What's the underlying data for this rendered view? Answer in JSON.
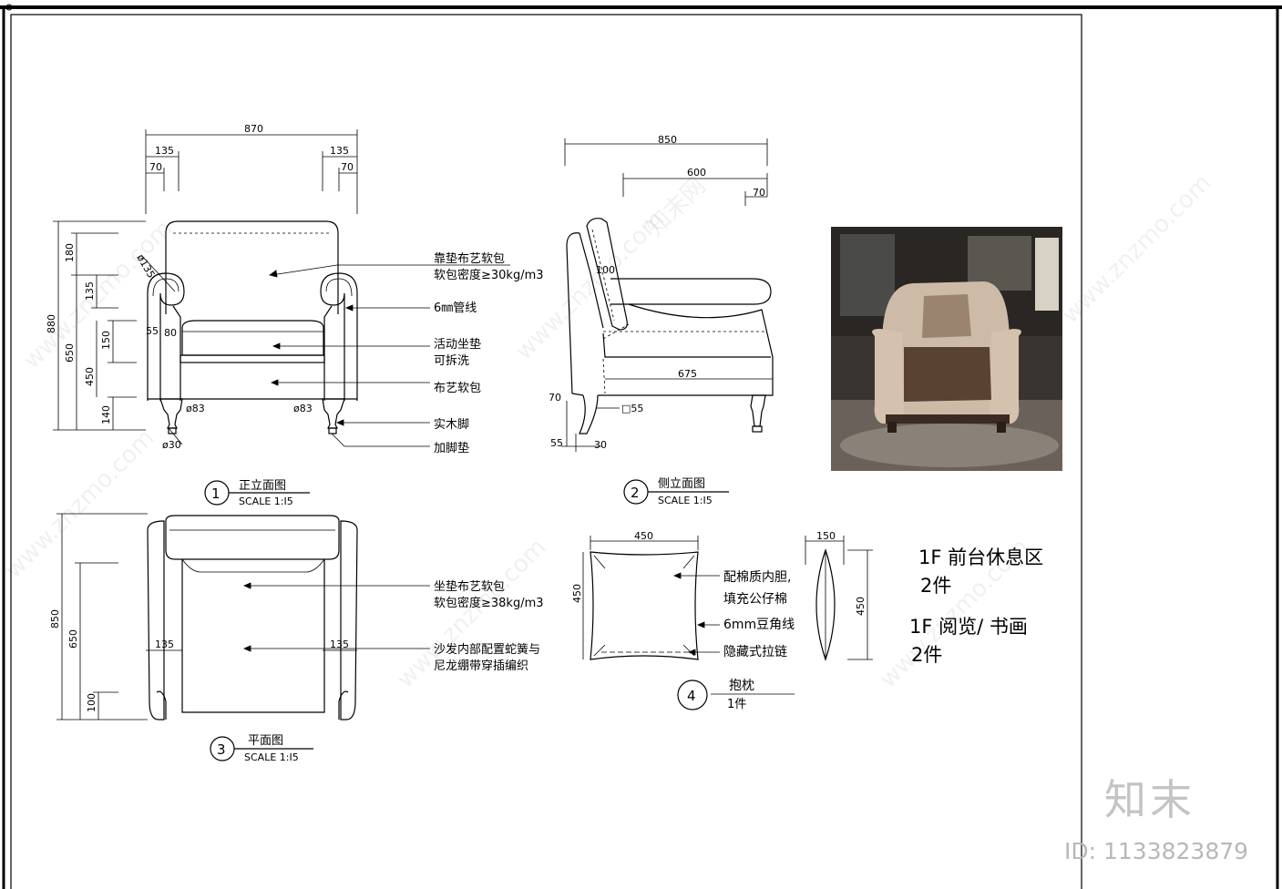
{
  "front_view": {
    "dims": {
      "overall_width": "870",
      "arm_left": "135",
      "arm_left_inner": "70",
      "arm_right": "135",
      "arm_right_inner": "70",
      "height_total": "880",
      "back": "180",
      "arm_roll": "135",
      "seat_h": "650",
      "cushion": "150",
      "seat_to_leg": "450",
      "leg": "140",
      "roll_dia": "ø135",
      "offset_a": "55",
      "offset_b": "80",
      "leg_top_left": "ø83",
      "leg_top_right": "ø83",
      "leg_foot": "ø30"
    },
    "labels": {
      "back_cushion_1": "靠垫布艺软包",
      "back_cushion_2": "软包密度≥30kg/m3",
      "piping": "6㎜管线",
      "seat_1": "活动坐垫",
      "seat_2": "可拆洗",
      "body": "布艺软包",
      "leg": "实木脚",
      "foot_pad": "加脚垫"
    },
    "title": {
      "number": "1",
      "name": "正立面图",
      "scale": "SCALE 1:I5"
    }
  },
  "side_view": {
    "dims": {
      "depth": "850",
      "seat_depth": "600",
      "arm_back": "70",
      "back_thick": "100",
      "cushion_depth": "675",
      "leg_h": "70",
      "leg_bottom": "55",
      "foot": "30",
      "leg_size": "□55"
    },
    "title": {
      "number": "2",
      "name": "侧立面图",
      "scale": "SCALE 1:I5"
    }
  },
  "plan_view": {
    "dims": {
      "depth": "850",
      "seat": "650",
      "front": "100",
      "arm_left": "135",
      "arm_right": "135"
    },
    "labels": {
      "seat_1": "坐垫布艺软包",
      "seat_2": "软包密度≥38kg/m3",
      "inner_1": "沙发内部配置蛇簧与",
      "inner_2": "尼龙绷带穿插编织"
    },
    "title": {
      "number": "3",
      "name": "平面图",
      "scale": "SCALE 1:I5"
    }
  },
  "pillow": {
    "dims": {
      "width": "450",
      "height": "450",
      "thick": "150",
      "side_h": "450"
    },
    "labels": {
      "fill_1": "配棉质内胆,",
      "fill_2": "填充公仔棉",
      "piping": "6mm豆角线",
      "zip": "隐藏式拉链"
    },
    "title": {
      "number": "4",
      "name": "抱枕",
      "qty": "1件"
    }
  },
  "notes": {
    "line1": "1F 前台休息区",
    "line2": "2件",
    "line3": "1F 阅览/ 书画",
    "line4": "2件"
  },
  "watermark": {
    "logo": "知末",
    "id": "ID: 1133823879",
    "site": "www.znzmo.com",
    "brand": "知末网"
  }
}
